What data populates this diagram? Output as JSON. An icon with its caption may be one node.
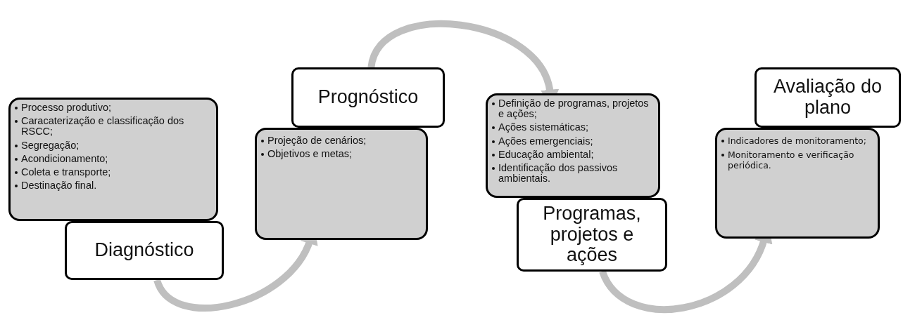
{
  "diagram": {
    "nodes": [
      {
        "text": [
          "Processo produtivo;",
          "Caracaterização e classificação dos RSCC;",
          "Segregação;",
          "Acondicionamento;",
          "Coleta e transporte;",
          "Destinação final."
        ]
      },
      {
        "text": [
          "Diagnóstico"
        ]
      },
      {
        "text": [
          "Prognóstico"
        ]
      },
      {
        "text": [
          "Projeção de cenários;",
          "Objetivos e metas;"
        ]
      },
      {
        "text": [
          "Definição de programas, projetos e ações;",
          "Ações sistemáticas;",
          "Ações emergenciais;",
          "Educação ambiental;",
          "Identificação dos passivos ambientais."
        ]
      },
      {
        "text": [
          "Programas, projetos e ações"
        ]
      },
      {
        "text": [
          "Indicadores de monitoramento;",
          "Monitoramento e verificação periódica."
        ]
      },
      {
        "text": [
          "Avaliação do plano"
        ]
      }
    ],
    "edges": [
      {
        "from": 1,
        "to": 3,
        "arrow": "to"
      },
      {
        "from": 2,
        "to": 4,
        "arrow": "to"
      },
      {
        "from": 5,
        "to": 6,
        "arrow": "to"
      }
    ]
  }
}
